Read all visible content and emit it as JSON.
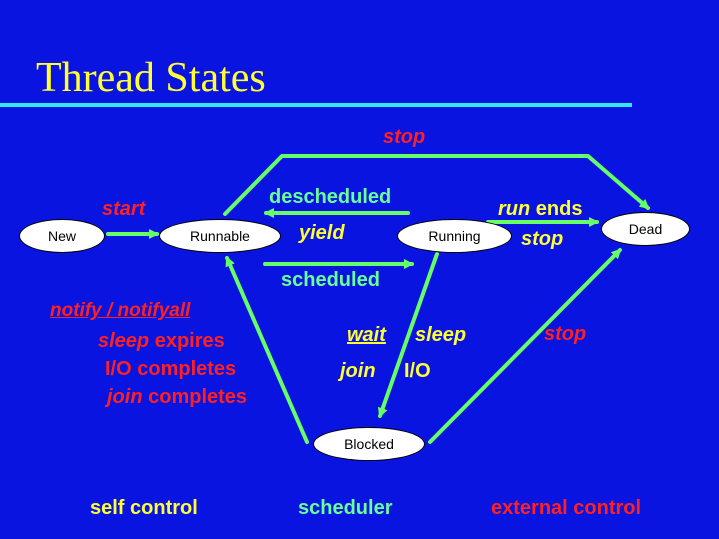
{
  "title": "Thread States",
  "colors": {
    "background": "#0a14e0",
    "title": "#ffff33",
    "rule": "#33e8f5",
    "arrow": "#66ff66",
    "red": "#ff2020",
    "green": "#66ff99",
    "yellow": "#ffff33"
  },
  "states": {
    "new": "New",
    "runnable": "Runnable",
    "running": "Running",
    "dead": "Dead",
    "blocked": "Blocked"
  },
  "transitions": {
    "stop_top": "stop",
    "start": "start",
    "descheduled": "descheduled",
    "yield": "yield",
    "scheduled": "scheduled",
    "run": "run",
    "ends": "ends",
    "stop_running": "stop",
    "stop_blocked": "stop",
    "wait": "wait",
    "sleep": "sleep",
    "join": "join",
    "io": "I/O",
    "notify": "notify / notifyall",
    "sleep_w": "sleep",
    "expires": "expires",
    "io_completes": "I/O completes",
    "join_w": "join",
    "completes": "completes"
  },
  "legend": {
    "self_control": "self control",
    "scheduler": "scheduler",
    "external_control": "external control"
  }
}
